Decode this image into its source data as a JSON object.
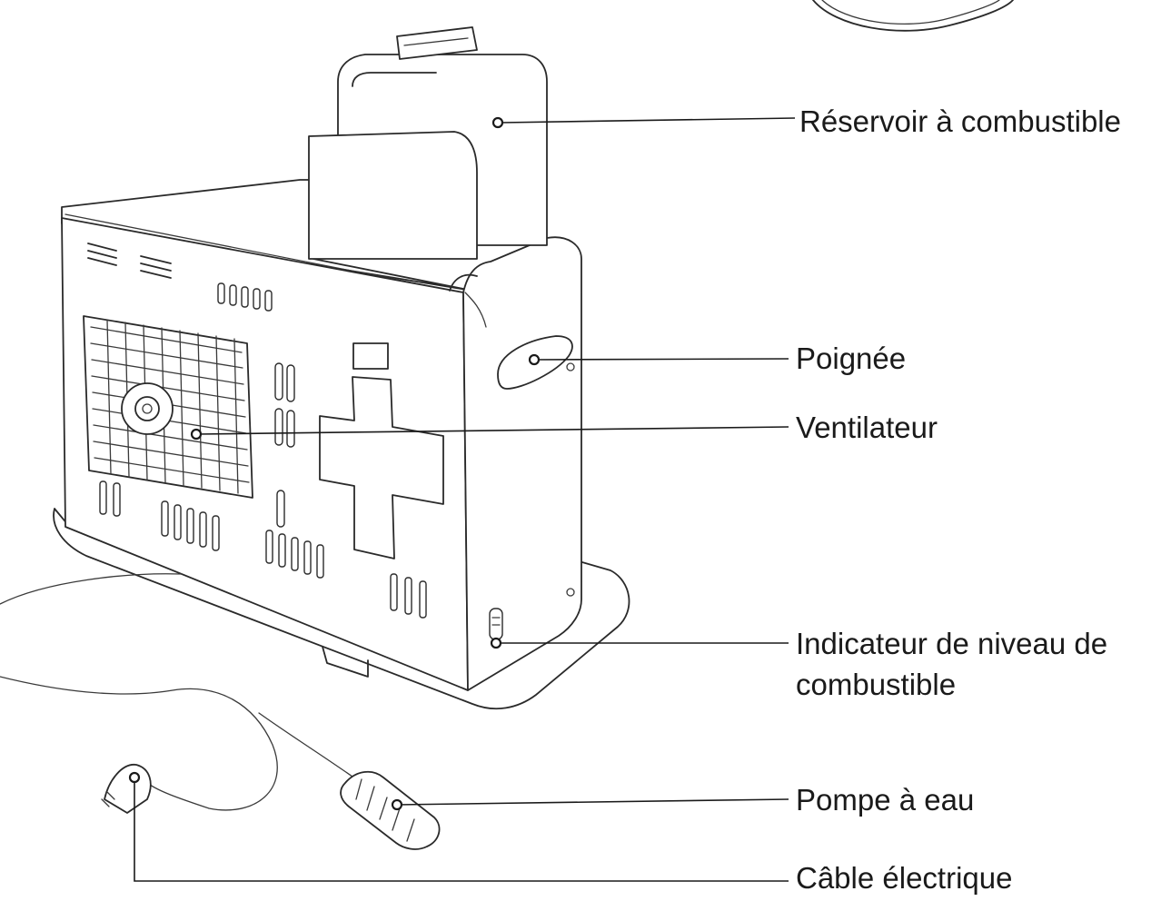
{
  "labels": {
    "fuel_tank": "Réservoir à combustible",
    "handle": "Poignée",
    "fan": "Ventilateur",
    "fuel_gauge_line1": "Indicateur de niveau de",
    "fuel_gauge_line2": "combustible",
    "water_pump": "Pompe à eau",
    "power_cable": "Câble électrique"
  }
}
